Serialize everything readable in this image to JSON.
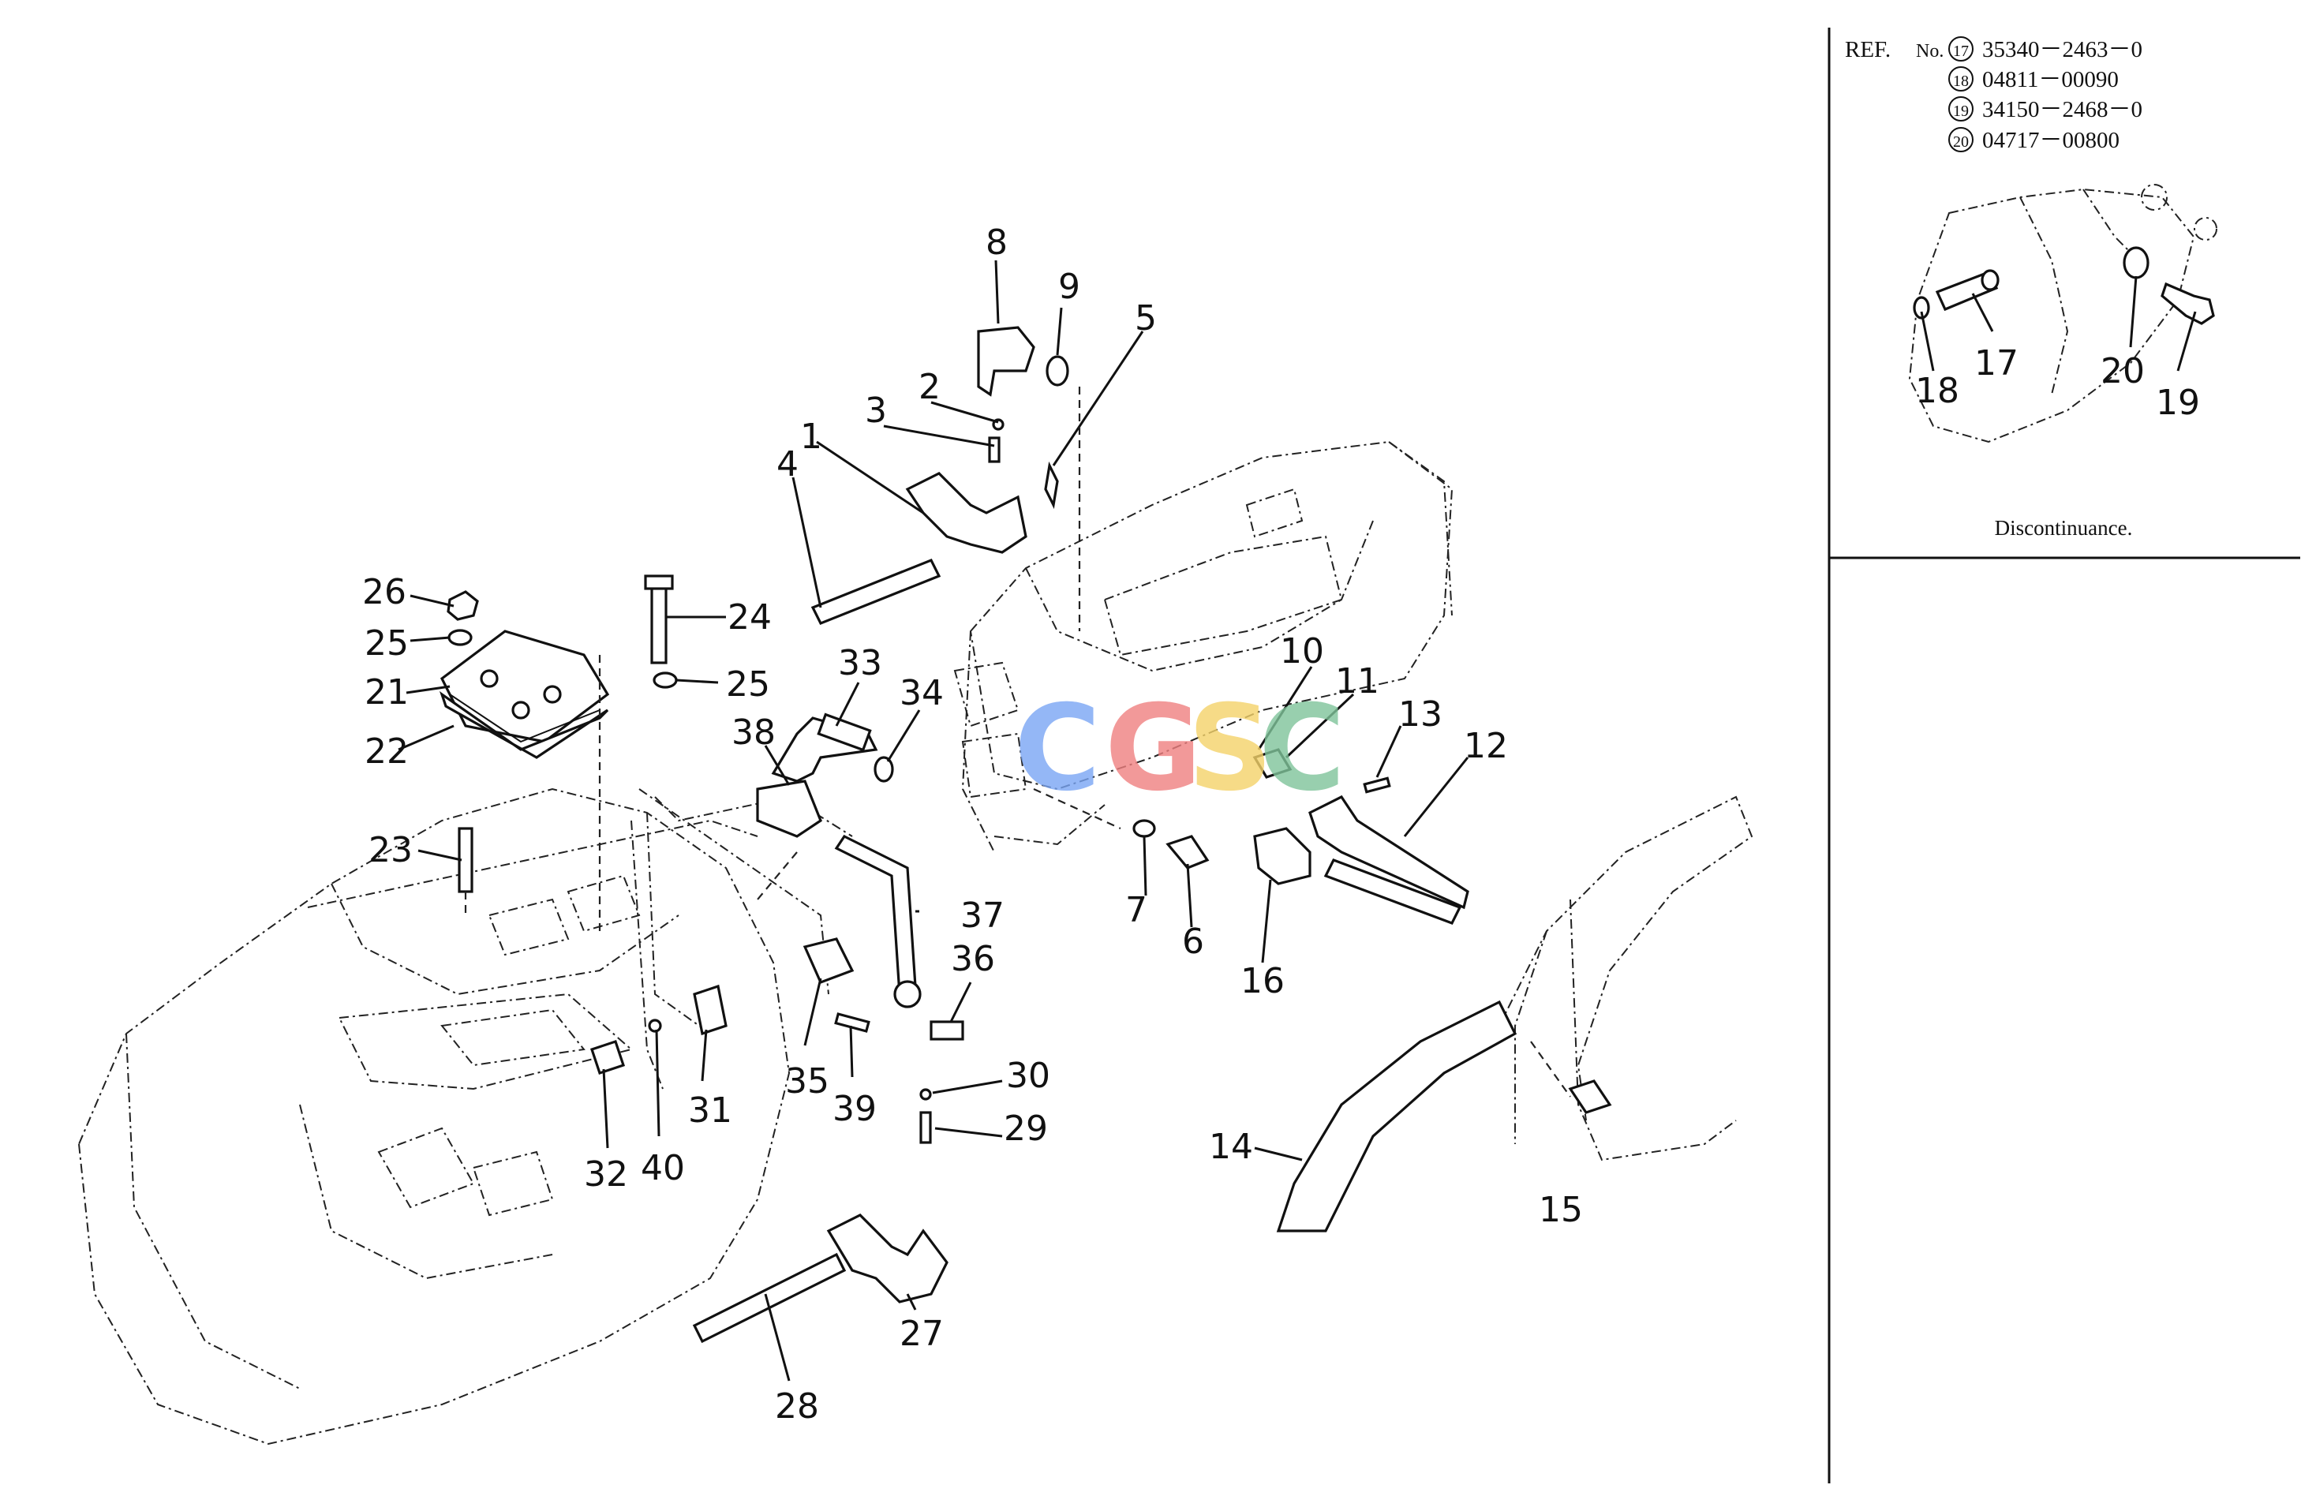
{
  "callouts": [
    {
      "id": "1",
      "text": "1"
    },
    {
      "id": "2",
      "text": "2"
    },
    {
      "id": "3",
      "text": "3"
    },
    {
      "id": "4",
      "text": "4"
    },
    {
      "id": "5",
      "text": "5"
    },
    {
      "id": "6",
      "text": "6"
    },
    {
      "id": "7",
      "text": "7"
    },
    {
      "id": "8",
      "text": "8"
    },
    {
      "id": "9",
      "text": "9"
    },
    {
      "id": "10",
      "text": "10"
    },
    {
      "id": "11",
      "text": "11"
    },
    {
      "id": "12",
      "text": "12"
    },
    {
      "id": "13",
      "text": "13"
    },
    {
      "id": "14",
      "text": "14"
    },
    {
      "id": "15",
      "text": "15"
    },
    {
      "id": "16",
      "text": "16"
    },
    {
      "id": "21",
      "text": "21"
    },
    {
      "id": "22",
      "text": "22"
    },
    {
      "id": "23",
      "text": "23"
    },
    {
      "id": "24",
      "text": "24"
    },
    {
      "id": "25a",
      "text": "25"
    },
    {
      "id": "25b",
      "text": "25"
    },
    {
      "id": "26",
      "text": "26"
    },
    {
      "id": "27",
      "text": "27"
    },
    {
      "id": "28",
      "text": "28"
    },
    {
      "id": "29",
      "text": "29"
    },
    {
      "id": "30",
      "text": "30"
    },
    {
      "id": "31",
      "text": "31"
    },
    {
      "id": "32",
      "text": "32"
    },
    {
      "id": "33",
      "text": "33"
    },
    {
      "id": "34",
      "text": "34"
    },
    {
      "id": "35",
      "text": "35"
    },
    {
      "id": "36",
      "text": "36"
    },
    {
      "id": "37",
      "text": "37"
    },
    {
      "id": "38",
      "text": "38"
    },
    {
      "id": "39",
      "text": "39"
    },
    {
      "id": "40",
      "text": "40"
    }
  ],
  "inset": {
    "ref_label": "REF.",
    "no_label": "No.",
    "entries": [
      {
        "ref": "17",
        "part": "35340－2463－0"
      },
      {
        "ref": "18",
        "part": "04811－00090"
      },
      {
        "ref": "19",
        "part": "34150－2468－0"
      },
      {
        "ref": "20",
        "part": "04717－00800"
      }
    ],
    "callouts": [
      {
        "id": "17",
        "text": "17"
      },
      {
        "id": "18",
        "text": "18"
      },
      {
        "id": "19",
        "text": "19"
      },
      {
        "id": "20",
        "text": "20"
      }
    ],
    "note": "Discontinuance."
  },
  "watermark": {
    "letters": [
      "C",
      "G",
      "S",
      "C"
    ],
    "colors": [
      "#7aa6f5",
      "#f08080",
      "#f5d36a",
      "#7fc49a"
    ]
  }
}
